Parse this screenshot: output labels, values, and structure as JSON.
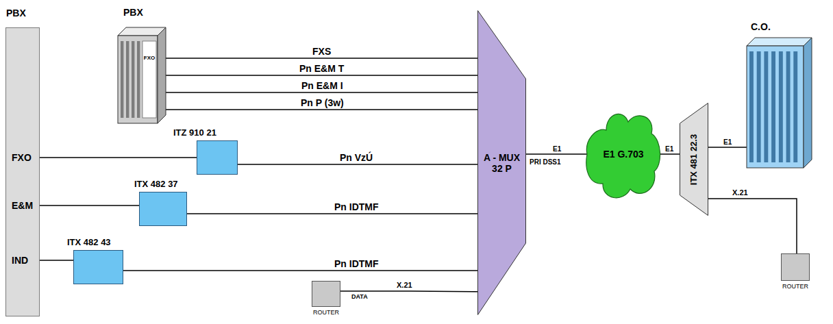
{
  "diagram": {
    "nodes": [
      {
        "text": [
          "PBX",
          "FXO",
          "E&M",
          "IND"
        ]
      },
      {
        "text": [
          "PBX",
          "FXO"
        ]
      },
      {
        "text": [
          "ITZ 910 21"
        ]
      },
      {
        "text": [
          "ITX 482 37"
        ]
      },
      {
        "text": [
          "ITX 482 43"
        ]
      },
      {
        "text": [
          "A - MUX 32 P"
        ]
      },
      {
        "text": [
          "ROUTER"
        ]
      },
      {
        "text": [
          "E1 G.703"
        ]
      },
      {
        "text": [
          "ITX 481 22.3"
        ]
      },
      {
        "text": [
          "C.O."
        ]
      },
      {
        "text": [
          "ROUTER"
        ]
      }
    ],
    "edges": [
      {
        "from": 0,
        "to": 2,
        "arrow": "none"
      },
      {
        "from": 0,
        "to": 3,
        "arrow": "none"
      },
      {
        "from": 0,
        "to": 4,
        "arrow": "none"
      },
      {
        "from": 1,
        "to": 5,
        "label": "FXS",
        "arrow": "none"
      },
      {
        "from": 1,
        "to": 5,
        "label": "Pn E&M T",
        "arrow": "none"
      },
      {
        "from": 1,
        "to": 5,
        "label": "Pn E&M I",
        "arrow": "none"
      },
      {
        "from": 1,
        "to": 5,
        "label": "Pn P (3w)",
        "arrow": "none"
      },
      {
        "from": 2,
        "to": 5,
        "label": "Pn VzÚ",
        "arrow": "none"
      },
      {
        "from": 3,
        "to": 5,
        "label": "Pn IDTMF",
        "arrow": "none"
      },
      {
        "from": 4,
        "to": 5,
        "label": "Pn IDTMF",
        "arrow": "none"
      },
      {
        "from": 6,
        "to": 5,
        "label": "X.21",
        "arrow": "none"
      },
      {
        "from": 5,
        "to": 7,
        "label": "E1",
        "arrow": "none"
      },
      {
        "from": 7,
        "to": 8,
        "label": "E1",
        "arrow": "none"
      },
      {
        "from": 8,
        "to": 9,
        "label": "E1",
        "arrow": "none"
      },
      {
        "from": 8,
        "to": 10,
        "label": "X.21",
        "arrow": "none"
      }
    ],
    "labels": [
      "PRI DSS1",
      "DATA"
    ]
  }
}
